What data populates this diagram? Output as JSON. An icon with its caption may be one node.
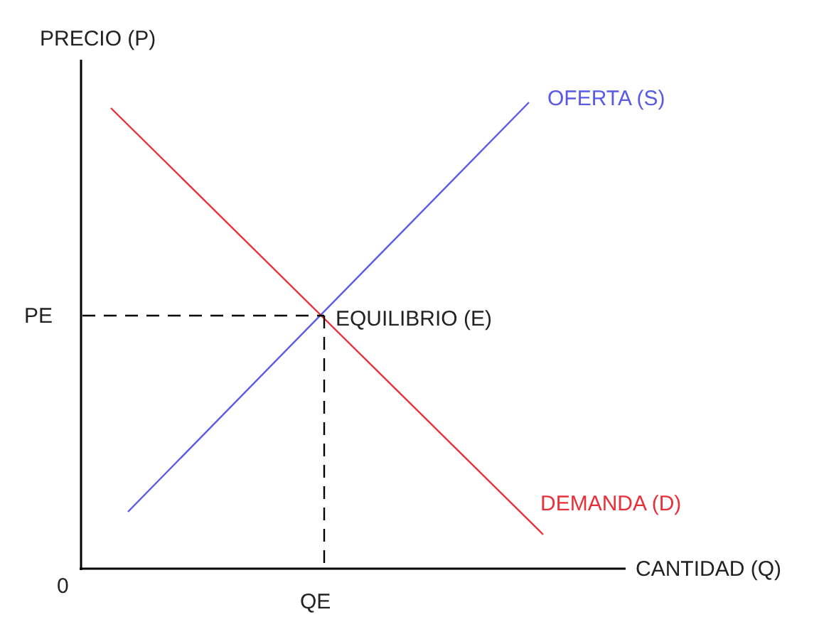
{
  "diagram": {
    "labels": [
      "PRECIO (P)",
      "OFERTA (S)",
      "PE",
      "EQUILIBRIO (E)",
      "DEMANDA (D)",
      "0",
      "QE",
      "CANTIDAD (Q)"
    ]
  }
}
